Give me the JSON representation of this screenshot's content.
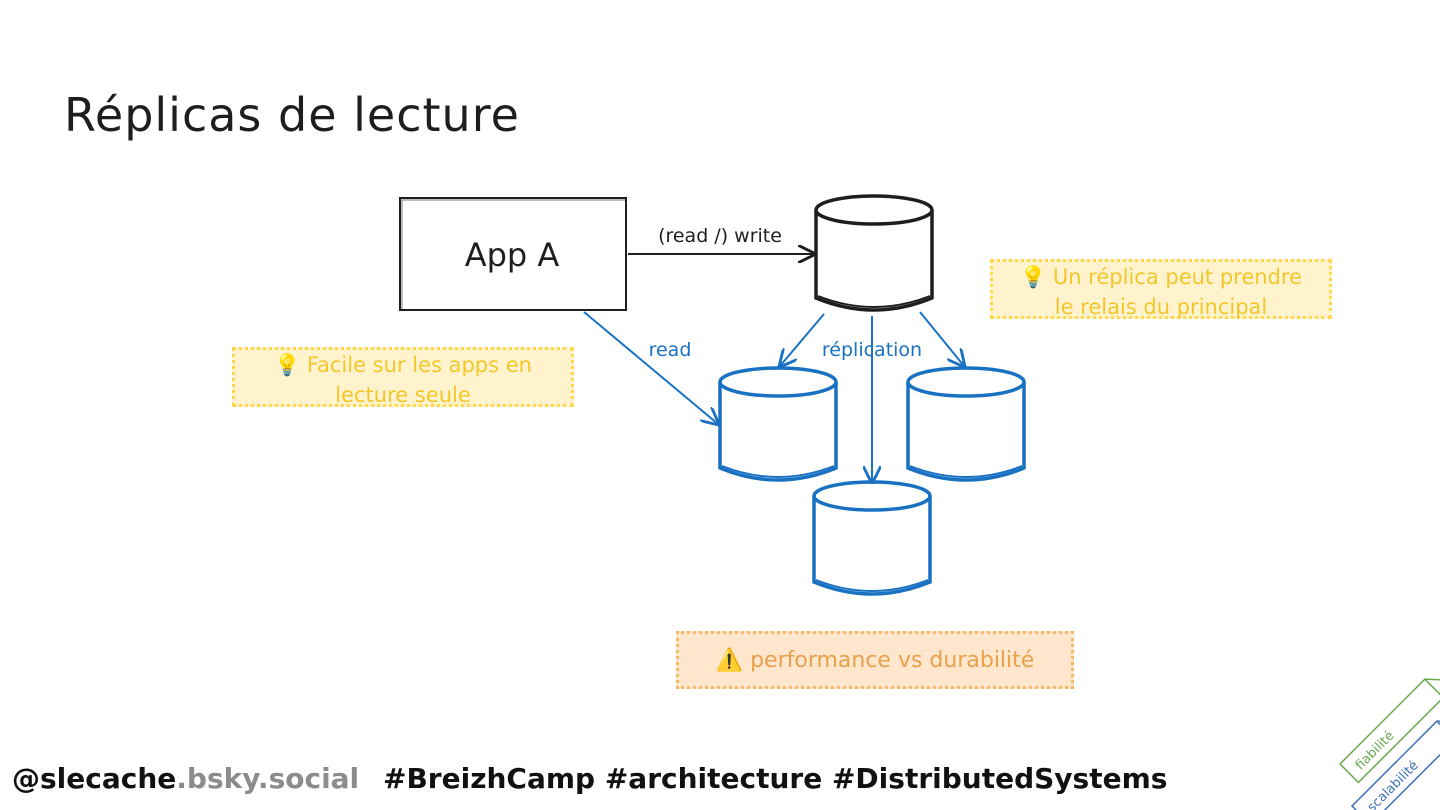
{
  "slide": {
    "title": "Réplicas de lecture"
  },
  "diagram": {
    "app_label": "App A",
    "edge_read_write": "(read /) write",
    "edge_read": "read",
    "edge_replication": "réplication",
    "colors": {
      "primary": "#1e1e1e",
      "replica": "#1971c2",
      "note_yellow_bg": "#fff3cd",
      "note_yellow_text": "#f3c62b",
      "note_orange_bg": "#ffe6cc",
      "note_orange_text": "#e8a04c"
    }
  },
  "notes": {
    "left": {
      "icon": "lightbulb-icon",
      "glyph": "💡",
      "line1": "Facile sur les apps en",
      "line2": "lecture seule"
    },
    "right": {
      "icon": "lightbulb-icon",
      "glyph": "💡",
      "line1": "Un réplica peut prendre",
      "line2": "le relais du principal"
    },
    "bottom": {
      "icon": "warning-icon",
      "glyph": "⚠️",
      "text": "performance vs durabilité"
    }
  },
  "footer": {
    "handle": "@slecache",
    "domain": ".bsky.social",
    "hashtags": "#BreizhCamp #architecture #DistributedSystems"
  },
  "corner": {
    "label_top": "fiabilité",
    "label_bottom": "scalabilité"
  }
}
